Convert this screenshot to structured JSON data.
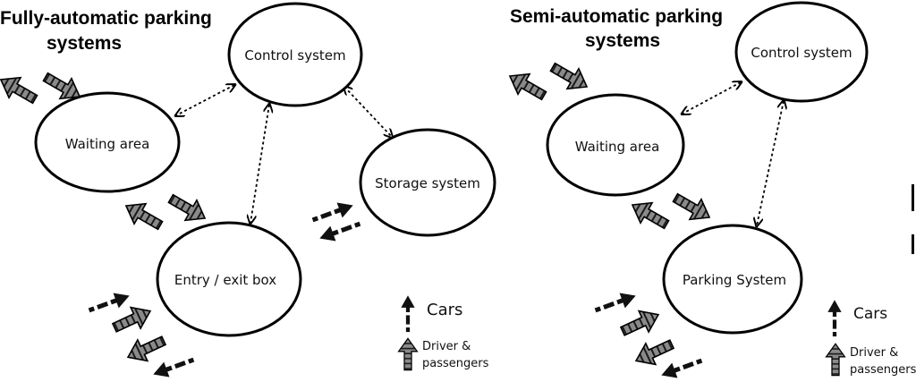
{
  "panels": [
    {
      "title_line1": "Fully-automatic parking",
      "title_line2": "systems",
      "nodes": {
        "control": "Control system",
        "waiting": "Waiting area",
        "storage": "Storage system",
        "entry": "Entry / exit box"
      },
      "legend": {
        "cars": "Cars",
        "driver_line1": "Driver &",
        "driver_line2": "passengers"
      }
    },
    {
      "title_line1": "Semi-automatic parking",
      "title_line2": "systems",
      "nodes": {
        "control": "Control system",
        "waiting": "Waiting area",
        "parking": "Parking System"
      },
      "legend": {
        "cars": "Cars",
        "driver_line1": "Driver &",
        "driver_line2": "passengers"
      }
    }
  ],
  "colors": {
    "car_arrow": "#111111",
    "person_arrow": "#8a8a8a",
    "outline": "#000000"
  },
  "icons": {
    "car_arrow": "dash-dot-black-arrow",
    "person_arrow": "striped-gray-arrow"
  }
}
